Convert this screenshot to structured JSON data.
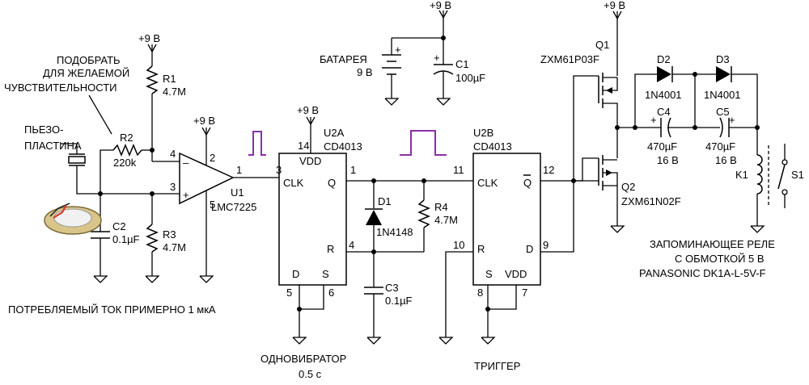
{
  "supply": {
    "rail_label": "+9 В"
  },
  "battery": {
    "label": "БАТАРЕЯ",
    "voltage": "9 В",
    "plus": "+"
  },
  "c1": {
    "ref": "C1",
    "value": "100µF",
    "plus": "+"
  },
  "sensitivity_note": {
    "line1": "ПОДОБРАТЬ",
    "line2": "ДЛЯ ЖЕЛАЕМОЙ",
    "line3": "ЧУВСТВИТЕЛЬНОСТИ"
  },
  "piezo": {
    "line1": "ПЬЕЗО-",
    "line2": "ПЛАСТИНА"
  },
  "r1": {
    "ref": "R1",
    "value": "4.7M"
  },
  "r2": {
    "ref": "R2",
    "value": "220k"
  },
  "r3": {
    "ref": "R3",
    "value": "4.7M"
  },
  "r4": {
    "ref": "R4",
    "value": "4.7M"
  },
  "c2": {
    "ref": "C2",
    "value": "0.1µF"
  },
  "c3": {
    "ref": "C3",
    "value": "0.1µF"
  },
  "u1": {
    "ref": "U1",
    "part": "LMC7225",
    "minus": "–",
    "plus": "+",
    "pins": {
      "in_minus": "4",
      "in_plus": "3",
      "vplus": "2",
      "vminus": "5",
      "out": "1"
    }
  },
  "u2a": {
    "ref": "U2A",
    "part": "CD4013",
    "vdd": "VDD",
    "clk": "CLK",
    "q": "Q",
    "r": "R",
    "d": "D",
    "s": "S",
    "pins": {
      "vdd": "14",
      "clk": "3",
      "q": "1",
      "r": "4",
      "d": "5",
      "s": "6"
    }
  },
  "d1": {
    "ref": "D1",
    "part": "1N4148"
  },
  "u2b": {
    "ref": "U2B",
    "part": "CD4013",
    "clk": "CLK",
    "qbar": "Q",
    "r": "R",
    "d": "D",
    "s": "S",
    "vdd": "VDD",
    "pins": {
      "clk": "11",
      "qbar": "12",
      "r": "10",
      "d": "9",
      "s": "8",
      "vdd": "7"
    }
  },
  "q1": {
    "ref": "Q1",
    "part": "ZXM61P03F"
  },
  "q2": {
    "ref": "Q2",
    "part": "ZXM61N02F"
  },
  "d2": {
    "ref": "D2",
    "part": "1N4001"
  },
  "d3": {
    "ref": "D3",
    "part": "1N4001"
  },
  "c4": {
    "ref": "C4",
    "value": "470µF",
    "voltage": "16 В",
    "plus": "+"
  },
  "c5": {
    "ref": "C5",
    "value": "470µF",
    "voltage": "16 В",
    "plus": "+"
  },
  "relay": {
    "coil_ref": "K1",
    "switch_ref": "S1",
    "line1": "ЗАПОМИНАЮЩЕЕ РЕЛЕ",
    "line2": "С ОБМОТКОЙ 5 В",
    "line3": "PANASONIC DK1A-L-5V-F"
  },
  "current_note": "ПОТРЕБЛЯЕМЫЙ ТОК ПРИМЕРНО 1 мкА",
  "oneshot": {
    "line1": "ОДНОВИБРАТОР",
    "line2": "0.5 с"
  },
  "trigger": "ТРИГГЕР",
  "colors": {
    "pulse": "#8b2fa8",
    "piezo_disc": "#d9c58a",
    "piezo_core": "#f1f1f1",
    "piezo_wire": "#d9342b"
  }
}
